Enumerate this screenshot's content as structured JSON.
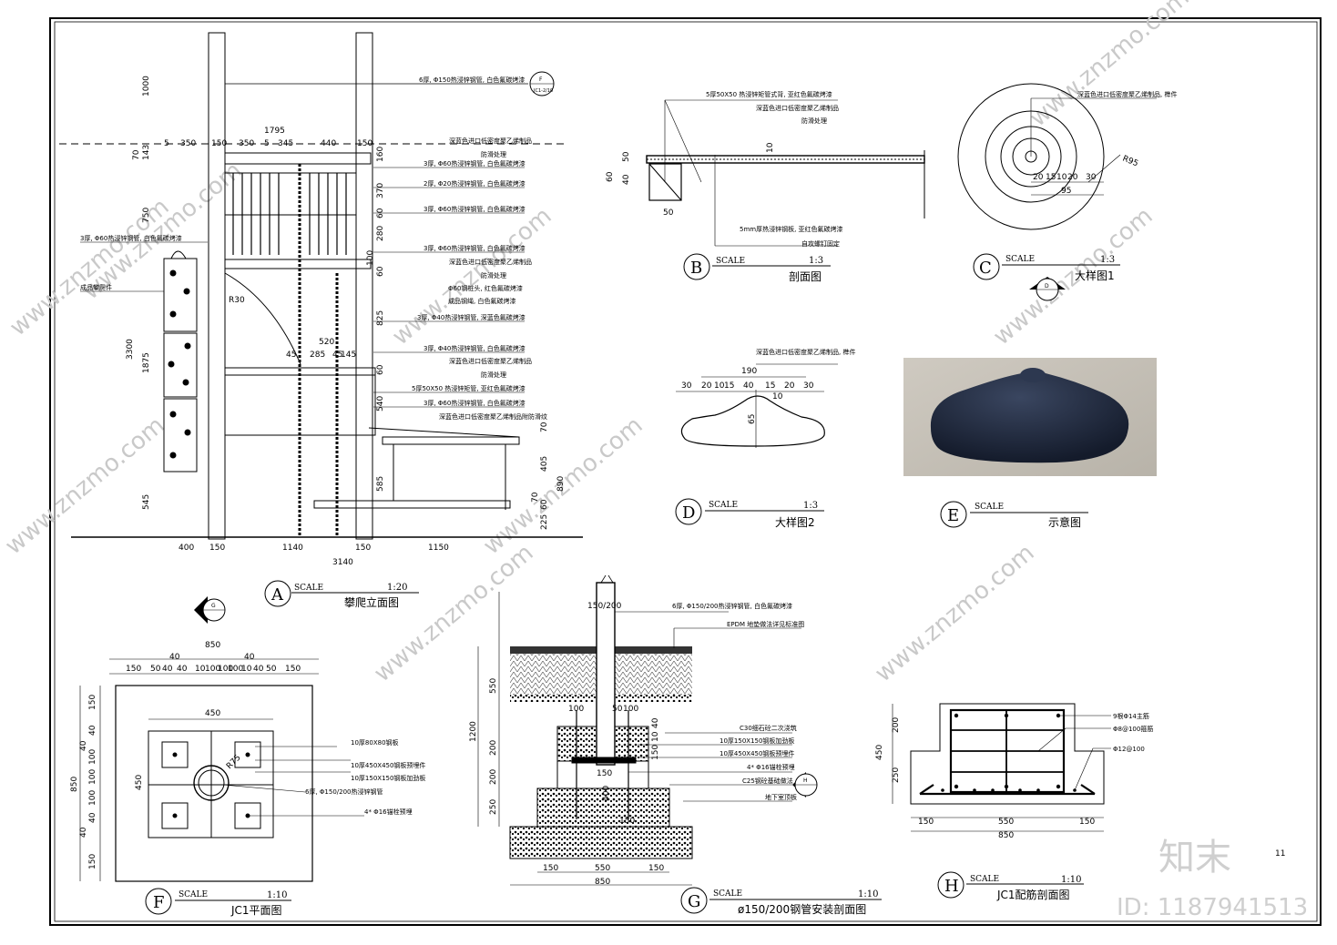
{
  "views": {
    "A": {
      "letter": "A",
      "scale_label": "SCALE",
      "scale": "1:20",
      "title": "攀爬立面图"
    },
    "B": {
      "letter": "B",
      "scale_label": "SCALE",
      "scale": "1:3",
      "title": "剖面图"
    },
    "C": {
      "letter": "C",
      "scale_label": "SCALE",
      "scale": "1:3",
      "title": "大样图1"
    },
    "D": {
      "letter": "D",
      "scale_label": "SCALE",
      "scale": "1:3",
      "title": "大样图2"
    },
    "E": {
      "letter": "E",
      "scale_label": "SCALE",
      "scale": "",
      "title": "示意图"
    },
    "F": {
      "letter": "F",
      "scale_label": "SCALE",
      "scale": "1:10",
      "title": "JC1平面图"
    },
    "G": {
      "letter": "G",
      "scale_label": "SCALE",
      "scale": "1:10",
      "title": "ø150/200钢管安装剖面图"
    },
    "H": {
      "letter": "H",
      "scale_label": "SCALE",
      "scale": "1:10",
      "title": "JC1配筋剖面图"
    }
  },
  "elevation": {
    "top_dims": [
      "5",
      "350",
      "150",
      "350",
      "5",
      "345",
      "440",
      "150"
    ],
    "overall_top": "1795",
    "left_dims": [
      "1000",
      "143",
      "70",
      "750",
      "3300",
      "1875",
      "545"
    ],
    "bottom_dims": [
      "400",
      "150",
      "1140",
      "150",
      "1150"
    ],
    "overall_bottom": "3140",
    "mid_dims": [
      "160",
      "370",
      "60",
      "280",
      "100",
      "60",
      "825",
      "60",
      "540",
      "585"
    ],
    "inner_dims": [
      "520",
      "45",
      "285",
      "45",
      "145"
    ],
    "right_dims": [
      "70",
      "405",
      "890",
      "70",
      "60",
      "225"
    ],
    "radius": "R30",
    "left_note": "3厚, Φ60热浸锌钢管, 白色氟碳烤漆",
    "left_note2": "成品攀爬件",
    "notes": [
      "6厚, Φ150热浸锌钢管, 白色氟碳烤漆",
      "深蓝色进口低密度聚乙烯制品",
      "防滑处理",
      "3厚, Φ60热浸锌钢管, 白色氟碳烤漆",
      "2厚, Φ20热浸锌钢管, 白色氟碳烤漆",
      "3厚, Φ60热浸锌钢管, 白色氟碳烤漆",
      "3厚, Φ60热浸锌钢管, 白色氟碳烤漆",
      "深蓝色进口低密度聚乙烯制品",
      "防滑处理",
      "Φ60钢桩头, 红色氟碳烤漆",
      "成品钢绳, 白色氟碳烤漆",
      "3厚, Φ40热浸锌钢管, 深蓝色氟碳烤漆",
      "3厚, Φ40热浸锌钢管, 白色氟碳烤漆",
      "深蓝色进口低密度聚乙烯制品",
      "防滑处理",
      "5厚50X50 热浸锌矩管, 亚红色氟碳烤漆",
      "3厚, Φ60热浸锌钢管, 白色氟碳烤漆",
      "深蓝色进口低密度聚乙烯制品附防滑纹"
    ],
    "callout_top": "F",
    "callout_bottom": "JC1-2/10"
  },
  "section_b": {
    "notes": [
      "5厚50X50 热浸锌矩管式背, 亚红色氟碳烤漆",
      "深蓝色进口低密度聚乙烯制品",
      "防滑处理",
      "5mm厚热浸锌钢板, 亚红色氟碳烤漆",
      "自攻螺钉固定"
    ],
    "dims": [
      "60",
      "50",
      "40",
      "50",
      "10"
    ]
  },
  "detail_c": {
    "note": "深蓝色进口低密度聚乙烯制品, 榫件",
    "dims": [
      "20",
      "15",
      "10",
      "20",
      "30",
      "95"
    ],
    "radius": "R95",
    "callout": "D"
  },
  "detail_d": {
    "note": "深蓝色进口低密度聚乙烯制品, 榫件",
    "overall": "190",
    "dims": [
      "30",
      "20",
      "10",
      "15",
      "40",
      "15",
      "20",
      "30"
    ],
    "inner": "10",
    "height": "65"
  },
  "plan_f": {
    "overall_top": "850",
    "top_dims": [
      "150",
      "50",
      "40",
      "40",
      "100",
      "40",
      "50",
      "150"
    ],
    "sub_top": "40",
    "sub_top2": "40",
    "inner_dims": [
      "10",
      "100",
      "100",
      "10"
    ],
    "inner_width": "450",
    "left_dims": [
      "150",
      "40",
      "40",
      "100",
      "100",
      "100",
      "40",
      "40",
      "150"
    ],
    "overall_left": "850",
    "inner_height": "450",
    "radius": "R75",
    "callout": "G",
    "notes": [
      "10厚80X80钢板",
      "10厚450X450钢板预埋件",
      "10厚150X150钢板加劲板",
      "6厚, Φ150/200热浸锌钢管",
      "4* Φ16锚栓预埋"
    ]
  },
  "section_g": {
    "pipe": "150/200",
    "notes": [
      "6厚, Φ150/200热浸锌钢管, 白色氟碳烤漆",
      "EPDM 地垫做法详见标准图",
      "C30细石砼二次浇筑",
      "10厚150X150钢板加劲板",
      "10厚450X450钢板预埋件",
      "4* Φ16锚栓预埋",
      "C25钢砼基础做法",
      "地下室顶板"
    ],
    "left_dims": [
      "550",
      "1200",
      "200",
      "200",
      "250"
    ],
    "inner_dims": [
      "100",
      "100",
      "50",
      "40",
      "10",
      "150",
      "150",
      "400",
      "150"
    ],
    "bottom_dims": [
      "150",
      "550",
      "150"
    ],
    "overall_bottom": "850",
    "callout": "H"
  },
  "section_h": {
    "notes": [
      "9根Φ14主筋",
      "Φ8@100箍筋",
      "Φ12@100"
    ],
    "left_dims": [
      "200",
      "450",
      "250"
    ],
    "bottom_dims": [
      "150",
      "550",
      "150"
    ],
    "overall_bottom": "850"
  },
  "watermark": "www.znzmo.com",
  "brand": "知末",
  "id_label": "ID: 1187941513",
  "page_number": "11"
}
